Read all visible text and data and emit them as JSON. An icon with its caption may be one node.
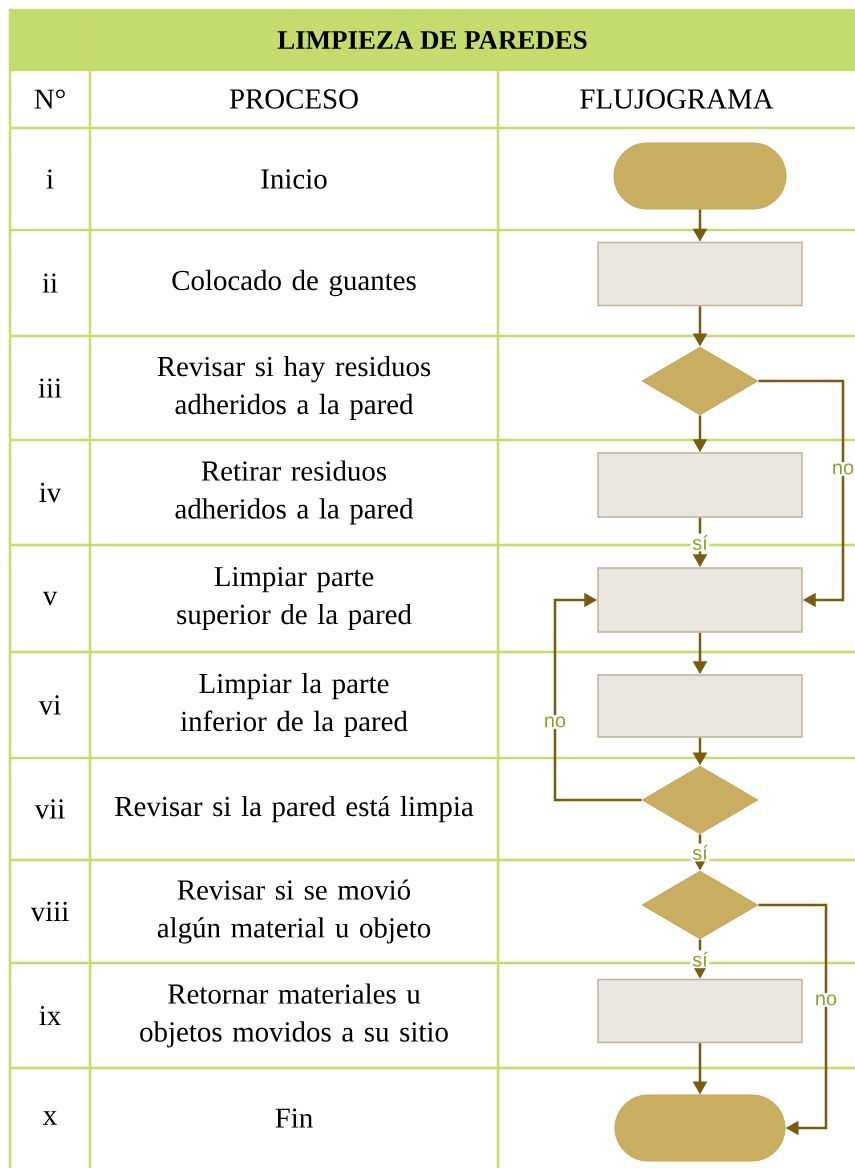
{
  "diagram": {
    "title": "LIMPIEZA DE PAREDES",
    "nodes": [
      {
        "text": [],
        "shape": "oval"
      },
      {
        "text": [],
        "shape": "box"
      },
      {
        "text": [],
        "shape": "diamond"
      },
      {
        "text": [],
        "shape": "box"
      },
      {
        "text": [],
        "shape": "box"
      },
      {
        "text": [],
        "shape": "box"
      },
      {
        "text": [],
        "shape": "diamond"
      },
      {
        "text": [],
        "shape": "diamond"
      },
      {
        "text": [],
        "shape": "box"
      },
      {
        "text": [],
        "shape": "oval"
      }
    ],
    "edges": [
      {
        "from": 0,
        "to": 1,
        "arrow": "to"
      },
      {
        "from": 1,
        "to": 2,
        "arrow": "to"
      },
      {
        "from": 2,
        "to": 3,
        "arrow": "to"
      },
      {
        "from": 2,
        "to": 4,
        "arrow": "to",
        "label": "no"
      },
      {
        "from": 3,
        "to": 4,
        "arrow": "to",
        "label": "sí"
      },
      {
        "from": 4,
        "to": 5,
        "arrow": "to"
      },
      {
        "from": 5,
        "to": 6,
        "arrow": "to"
      },
      {
        "from": 6,
        "to": 4,
        "arrow": "to",
        "label": "no"
      },
      {
        "from": 6,
        "to": 7,
        "arrow": "to",
        "label": "sí"
      },
      {
        "from": 7,
        "to": 8,
        "arrow": "to",
        "label": "sí"
      },
      {
        "from": 7,
        "to": 9,
        "arrow": "to",
        "label": "no"
      },
      {
        "from": 8,
        "to": 9,
        "arrow": "to"
      }
    ],
    "labels": [
      "N°",
      "PROCESO",
      "FLUJOGRAMA",
      "i",
      "Inicio",
      "ii",
      "Colocado de guantes",
      "iii",
      "Revisar si hay residuos adheridos a la pared",
      "iv",
      "Retirar residuos adheridos a la pared",
      "v",
      "Limpiar parte superior de la pared",
      "vi",
      "Limpiar la parte inferior de la pared",
      "vii",
      "Revisar si la pared está limpia",
      "viii",
      "Revisar si se movió algún material u objeto",
      "ix",
      "Retornar materiales u objetos movidos a su sitio",
      "x",
      "Fin"
    ]
  }
}
